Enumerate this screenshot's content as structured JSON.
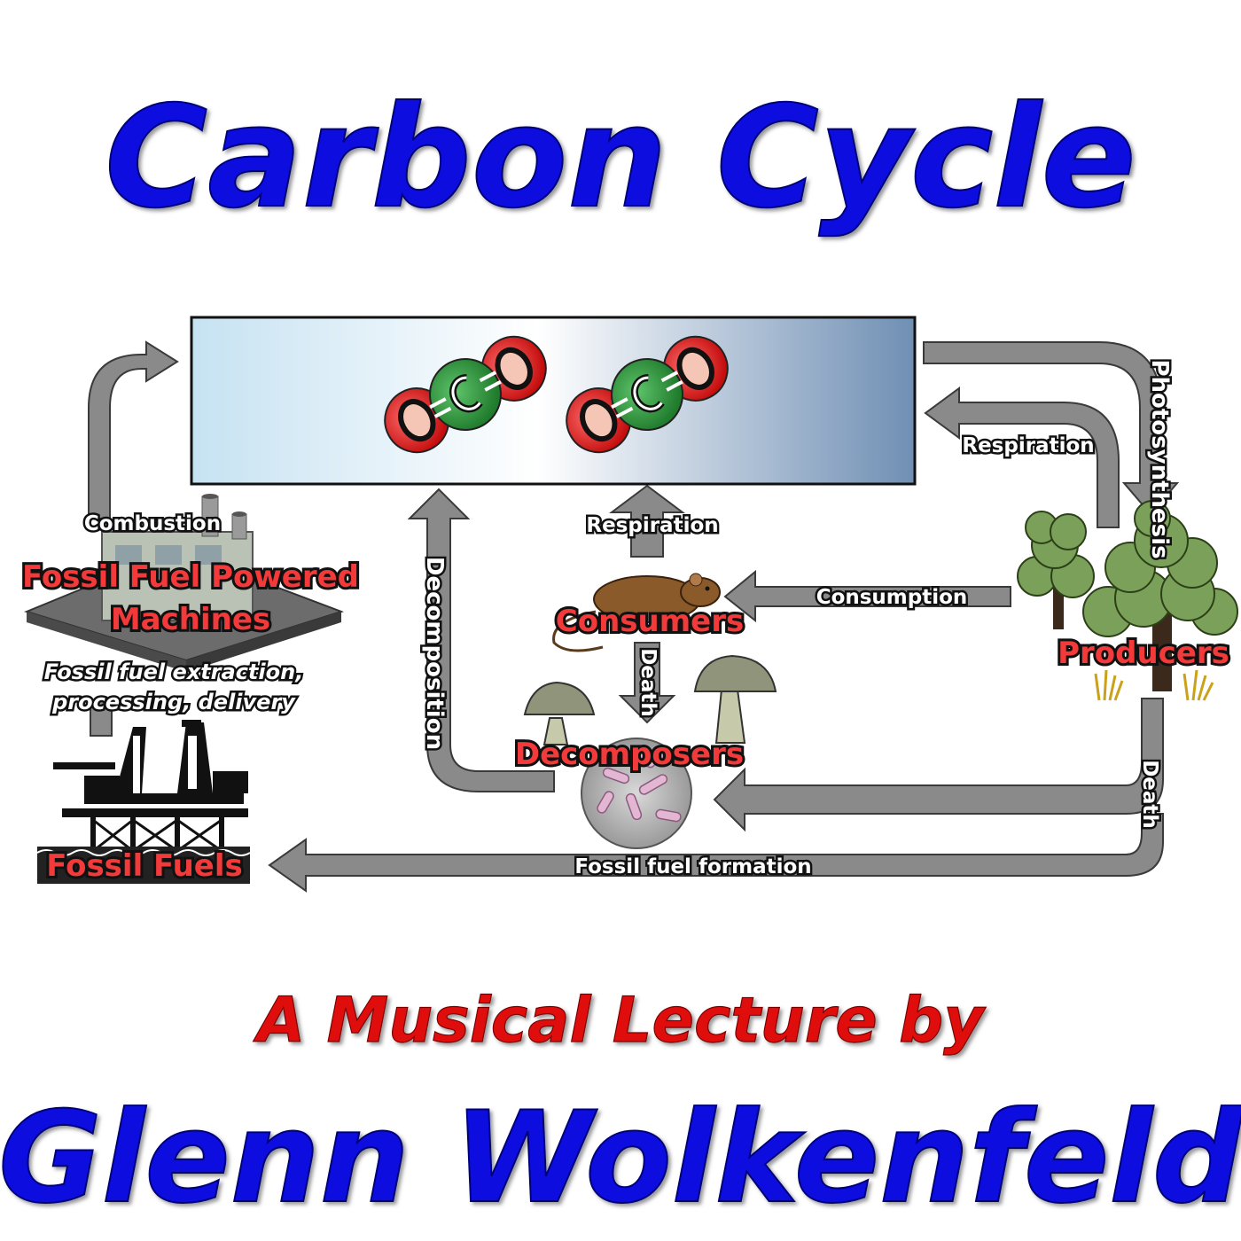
{
  "title": "Carbon Cycle",
  "subtitle": "A Musical Lecture by",
  "author": "Glenn Wolkenfeld",
  "colors": {
    "title": "#0a10e0",
    "subtitle": "#e01010",
    "node_label_fill": "#f23a3a",
    "arrow_fill": "#8a8a8a",
    "atmosphere_left": "#c6e2f2",
    "atmosphere_mid": "#ffffff",
    "atmosphere_right": "#6f8fb4",
    "oxygen": "#e11d1d",
    "carbon": "#2f9d3d"
  },
  "atmosphere": {
    "molecules": [
      {
        "atoms": [
          "O",
          "C",
          "O"
        ]
      },
      {
        "atoms": [
          "O",
          "C",
          "O"
        ]
      }
    ]
  },
  "nodes": {
    "machines": "Fossil Fuel Powered Machines",
    "machines_line1": "Fossil Fuel Powered",
    "machines_line2": "Machines",
    "consumers": "Consumers",
    "producers": "Producers",
    "decomposers": "Decomposers",
    "fossil_fuels": "Fossil Fuels"
  },
  "processes": {
    "combustion": "Combustion",
    "extraction_line1": "Fossil fuel extraction,",
    "extraction_line2": "processing, delivery",
    "decomposition": "Decomposition",
    "respiration_consumers": "Respiration",
    "respiration_producers": "Respiration",
    "photosynthesis": "Photosynthesis",
    "consumption": "Consumption",
    "death_consumers": "Death",
    "death_producers": "Death",
    "fossil_fuel_formation": "Fossil fuel formation"
  },
  "icons": [
    "co2-molecule-icon",
    "factory-icon",
    "oil-rig-icon",
    "rat-icon",
    "tree-icon",
    "mushroom-icon",
    "bacteria-icon"
  ]
}
